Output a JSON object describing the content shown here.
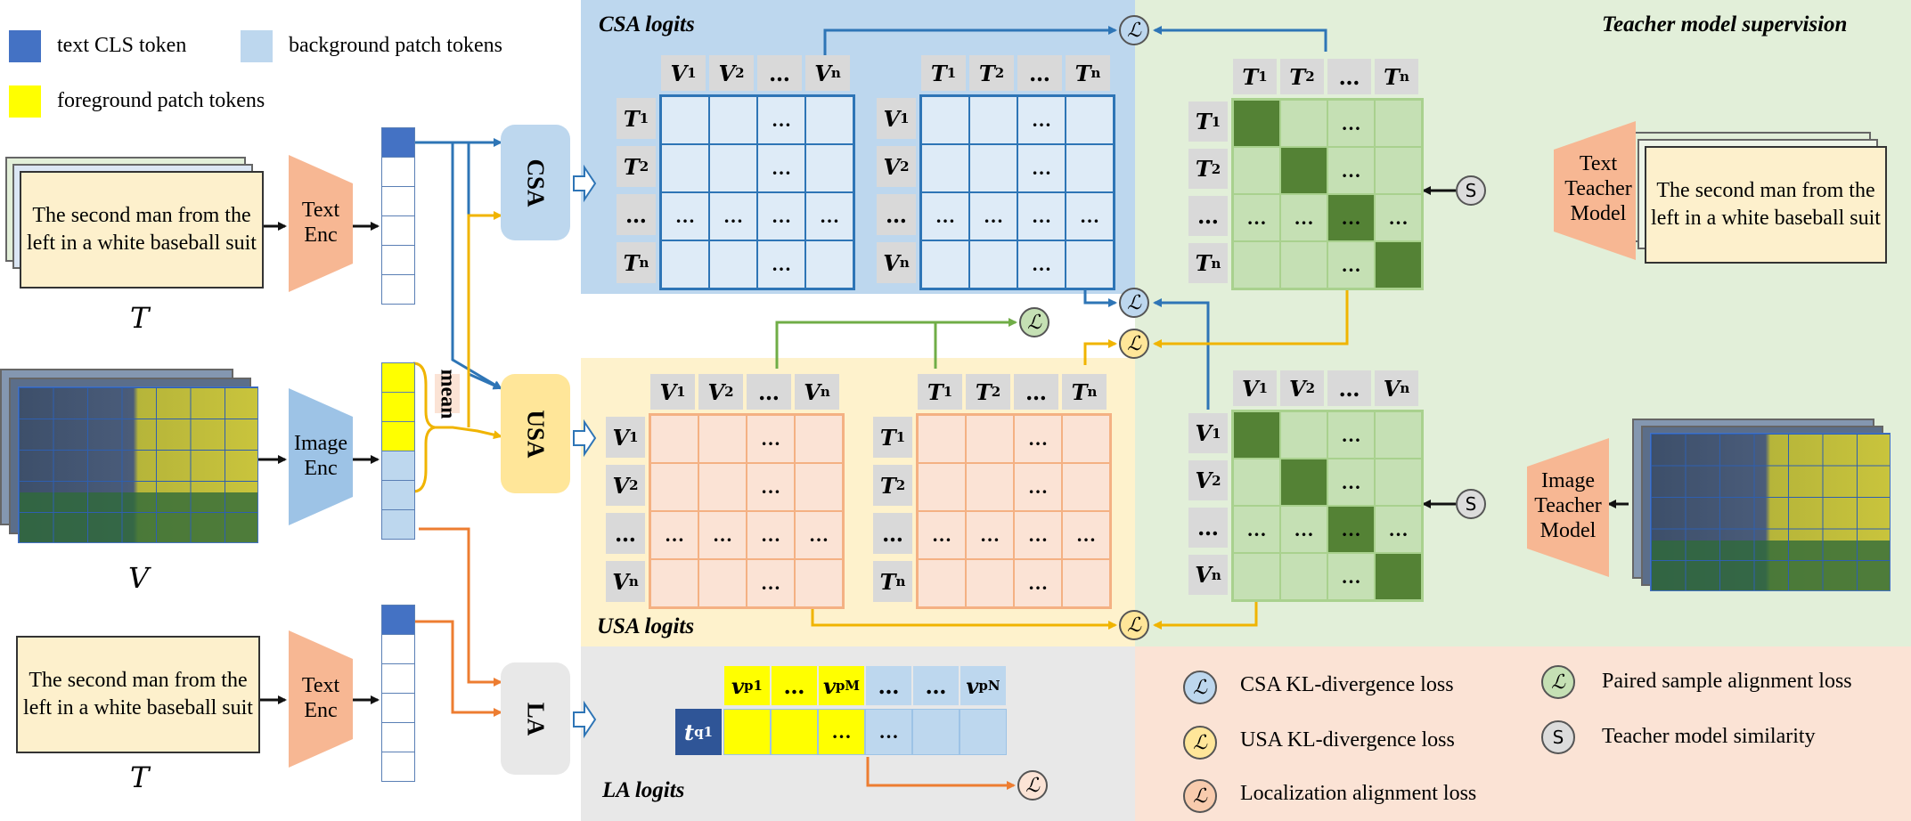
{
  "legend": {
    "text_cls": "text CLS token",
    "background": "background patch tokens",
    "foreground": "foreground patch tokens"
  },
  "inputs": {
    "caption": "The second man from the left in a white baseball suit",
    "T_symbol": "T",
    "V_symbol": "V",
    "text_enc": "Text Enc",
    "image_enc": "Image Enc",
    "mean_label": "mean"
  },
  "modules": {
    "csa": "CSA",
    "usa": "USA",
    "la": "LA"
  },
  "panels": {
    "csa_logits": "CSA logits",
    "usa_logits": "USA logits",
    "la_logits": "LA logits",
    "teacher": "Teacher model supervision"
  },
  "teacher": {
    "text_model": "Text Teacher Model",
    "image_model": "Image Teacher Model",
    "caption": "The second man from the left in a white baseball suit",
    "sim_symbol": "S"
  },
  "loss_symbol": "ℒ",
  "matrix_labels": {
    "V": [
      "V1",
      "V2",
      "...",
      "Vn"
    ],
    "T": [
      "T1",
      "T2",
      "...",
      "Tn"
    ],
    "ellipsis": "...",
    "la_top": [
      "vp1",
      "...",
      "vpM",
      "...",
      "...",
      "vpN"
    ],
    "la_row": "tq1"
  },
  "loss_legend": {
    "csa": "CSA KL-divergence loss",
    "usa": "USA KL-divergence loss",
    "la": "Localization alignment loss",
    "paired": "Paired sample alignment loss",
    "teacher_sim": "Teacher model similarity"
  },
  "colors": {
    "csa_bg": "#bdd7ee",
    "usa_bg": "#fef2cc",
    "la_bg": "#e8e8e8",
    "teacher_bg": "#e2efd9",
    "loss_legend_bg": "#fbe3d5",
    "cls": "#4472c4",
    "background_token": "#bdd7ee",
    "foreground_token": "#ffff00",
    "csa_line": "#2e75b6",
    "usa_line": "#f0b400",
    "la_line": "#ed7d31",
    "paired_line": "#70ad47"
  }
}
